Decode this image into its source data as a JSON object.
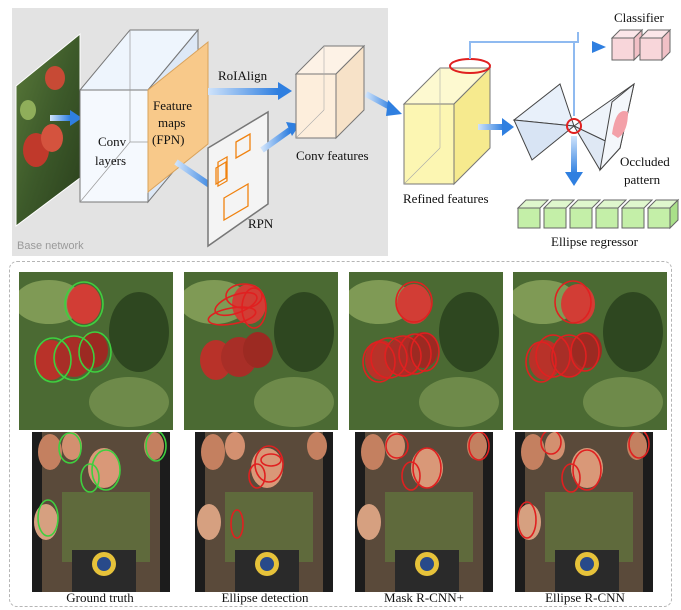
{
  "diagram": {
    "base_network_label": "Base network",
    "conv_layers_label": [
      "Conv",
      "layers"
    ],
    "feature_maps_label": [
      "Feature",
      "maps",
      "(FPN)"
    ],
    "roialign_label": "RoIAlign",
    "rpn_label": "RPN",
    "conv_features_label": "Conv features",
    "refined_features_label": "Refined features",
    "classifier_label": "Classifier",
    "occluded_pattern_label": [
      "Occluded",
      "pattern"
    ],
    "ellipse_regressor_label": "Ellipse regressor"
  },
  "results": {
    "columns": [
      {
        "caption": "Ground truth",
        "ellipse_color": "#3fcf3f"
      },
      {
        "caption": "Ellipse detection",
        "ellipse_color": "#e02020"
      },
      {
        "caption": "Mask R-CNN+",
        "ellipse_color": "#e02020"
      },
      {
        "caption": "Ellipse R-CNN",
        "ellipse_color": "#e02020"
      }
    ]
  },
  "colors": {
    "base_network_bg": "#e3e3e3",
    "feature_maps": "#f8c98a",
    "conv_features": "#fdeedc",
    "refined_features": "#fcf6b2",
    "classifier": "#f8d6da",
    "regressor": "#c4efa8",
    "arrow": "#2f7fe0",
    "ellipse_marker": "#e02020"
  }
}
